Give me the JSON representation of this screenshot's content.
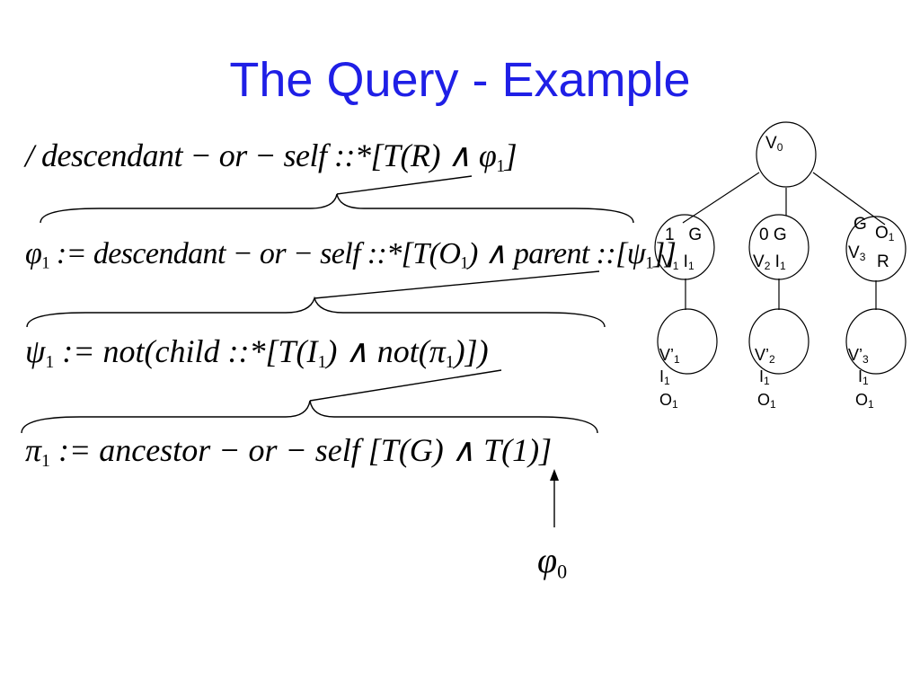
{
  "title": "The Query - Example",
  "formulas": {
    "line1": "/ descendant − or − self ::*[T(R) ∧ φ",
    "line1_sub": "1",
    "line1_end": "]",
    "line2_phi": "φ",
    "line2_phi_sub": "1",
    "line2_a": " := descendant − or − self ::*[T(O",
    "line2_a_sub": "1",
    "line2_b": ") ∧ parent ::[ψ",
    "line2_b_sub": "1",
    "line2_end": "]]",
    "line3_psi": "ψ",
    "line3_psi_sub": "1",
    "line3_a": " := not(child ::*[T(I",
    "line3_a_sub": "1",
    "line3_b": ") ∧ not(π",
    "line3_b_sub": "1",
    "line3_end": ")])",
    "line4_pi": "π",
    "line4_pi_sub": "1",
    "line4_a": " := ancestor − or − self [T(G) ∧ T(1)]",
    "phi0": "φ",
    "phi0_sub": "0"
  },
  "tree": {
    "root": {
      "label": "V",
      "sub": "0"
    },
    "level1": [
      {
        "top_left": "1",
        "top_right": "G",
        "v": "V",
        "v_sub": "1",
        "extra": "I",
        "extra_sub": "1"
      },
      {
        "top_left": "0",
        "top_right": "G",
        "v": "V",
        "v_sub": "2",
        "extra": "I",
        "extra_sub": "1"
      },
      {
        "g": "G",
        "o": "O",
        "o_sub": "1",
        "v": "V",
        "v_sub": "3",
        "r": "R"
      }
    ],
    "level2": [
      {
        "v": "V’",
        "v_sub": "1",
        "i": "I",
        "i_sub": "1",
        "o": "O",
        "o_sub": "1"
      },
      {
        "v": "V’",
        "v_sub": "2",
        "i": "I",
        "i_sub": "1",
        "o": "O",
        "o_sub": "1"
      },
      {
        "v": "V’",
        "v_sub": "3",
        "i": "I",
        "i_sub": "1",
        "o": "O",
        "o_sub": "1"
      }
    ]
  }
}
